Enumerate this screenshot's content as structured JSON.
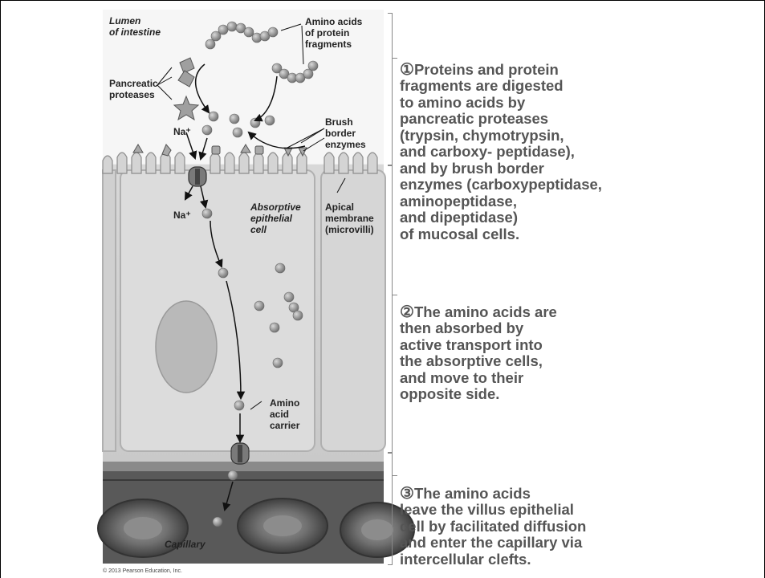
{
  "labels": {
    "lumen": "Lumen\nof intestine",
    "amino_fragments": "Amino acids\nof protein\nfragments",
    "pancreatic": "Pancreatic\nproteases",
    "brush_border": "Brush\nborder\nenzymes",
    "na_top": "Na⁺",
    "na_bottom": "Na⁺",
    "absorptive_cell": "Absorptive\nepithelial\ncell",
    "apical": "Apical\nmembrane\n(microvilli)",
    "carrier": "Amino\nacid\ncarrier",
    "capillary": "Capillary"
  },
  "steps": [
    {
      "num": "①",
      "text": "Proteins and protein\nfragments are digested\nto amino acids by\npancreatic proteases\n(trypsin, chymotrypsin,\nand carboxy- peptidase),\nand by brush border\nenzymes (carboxypeptidase,\naminopeptidase,\nand dipeptidase)\nof mucosal cells."
    },
    {
      "num": "②",
      "text": "The amino acids are\nthen absorbed by\nactive transport into\nthe absorptive cells,\nand move to their\nopposite side."
    },
    {
      "num": "③",
      "text": "The amino acids\nleave the villus epithelial\ncell by facilitated diffusion\nand enter the capillary via\nintercellular clefts."
    }
  ],
  "copyright": "© 2013 Pearson Education, Inc."
}
